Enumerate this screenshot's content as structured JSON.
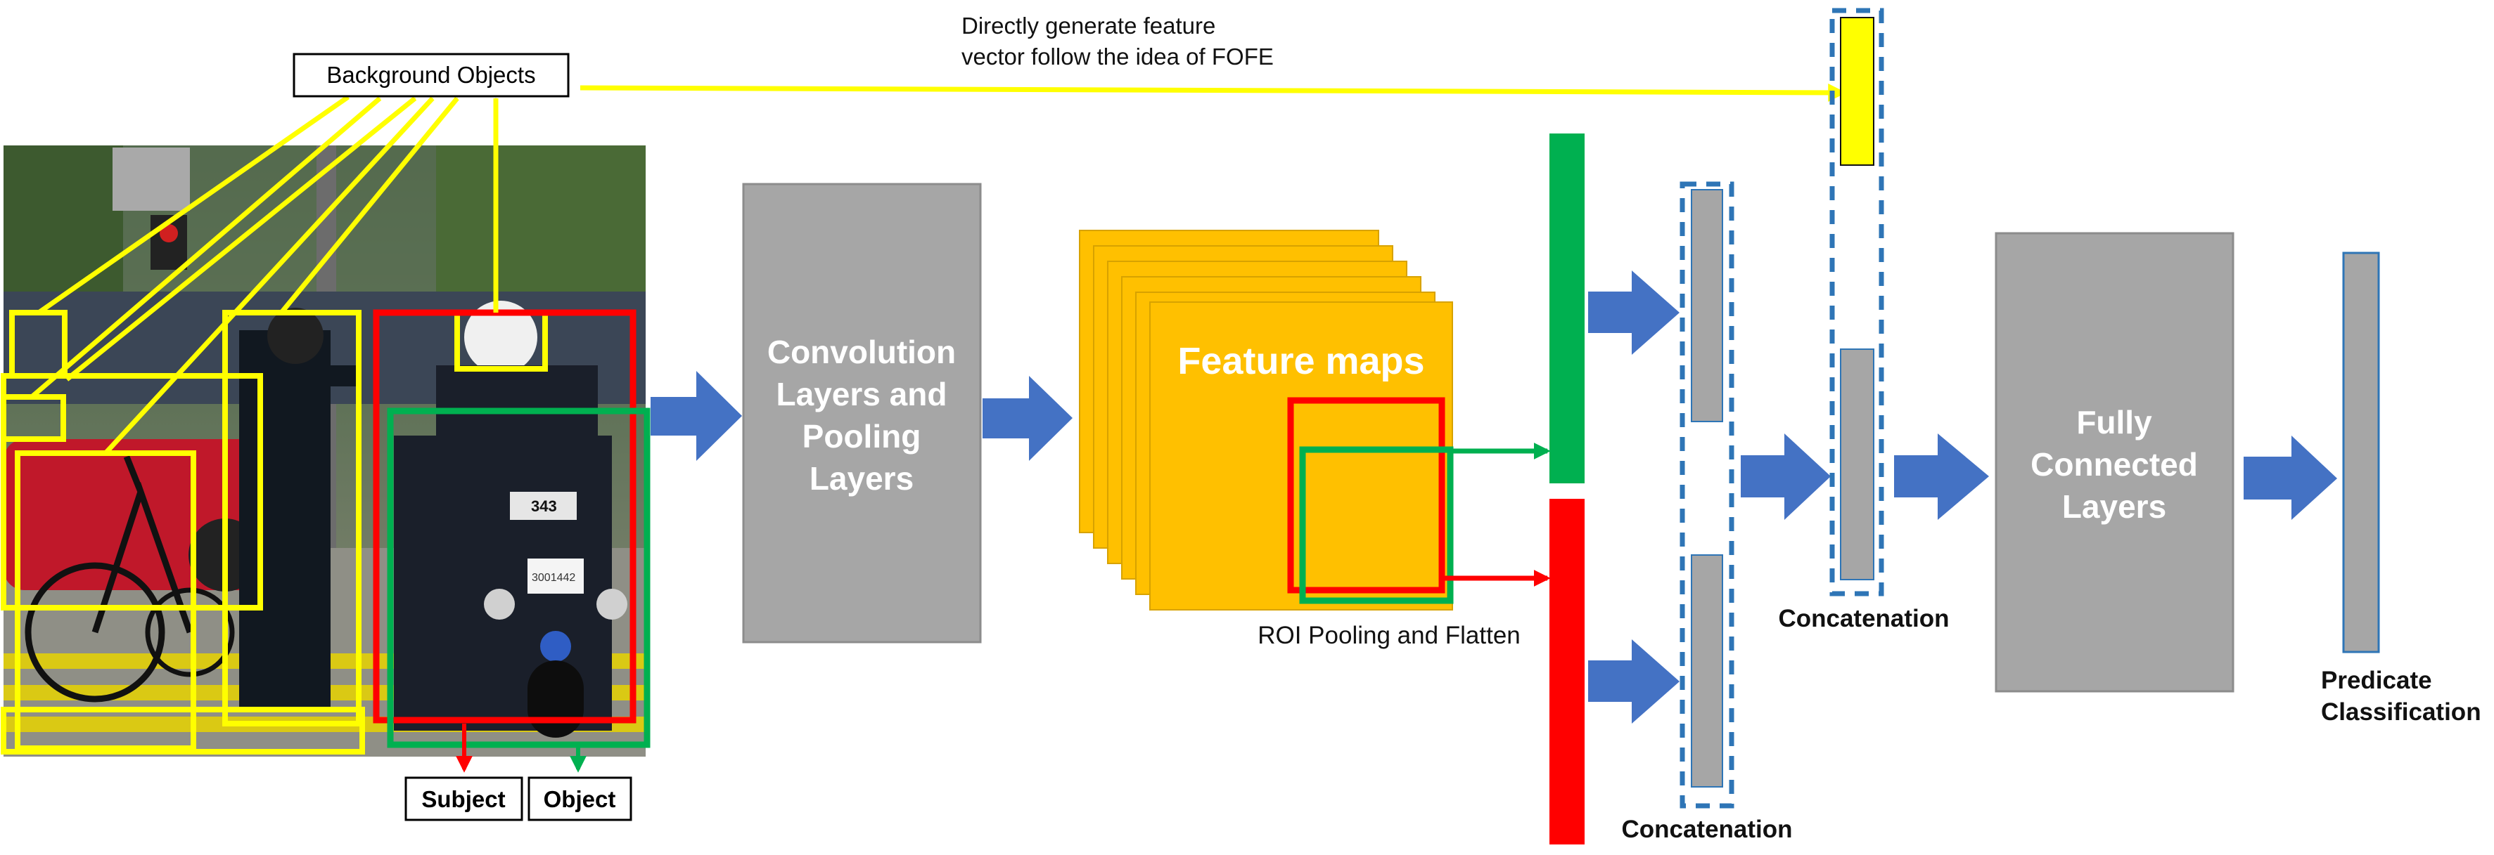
{
  "labels": {
    "background_objects": "Background Objects",
    "fofe_line1": "Directly generate feature",
    "fofe_line2": "vector follow the idea of FOFE",
    "conv_line1": "Convolution",
    "conv_line2": "Layers and",
    "conv_line3": "Pooling",
    "conv_line4": "Layers",
    "feature_maps": "Feature maps",
    "roi_pooling": "ROI Pooling and Flatten",
    "concat_upper": "Concatenation",
    "concat_lower": "Concatenation",
    "fc_line1": "Fully",
    "fc_line2": "Connected",
    "fc_line3": "Layers",
    "predicate_line1": "Predicate",
    "predicate_line2": "Classification",
    "subject": "Subject",
    "object": "Object",
    "bike_plate": "343",
    "bike_plate_small": "3001442"
  },
  "colors": {
    "gray_block": "#a6a6a6",
    "feature_orange": "#ffc000",
    "green": "#00b050",
    "red": "#ff0000",
    "yellow": "#ffff00",
    "arrow_blue": "#4472c4",
    "dashed_blue": "#2e75b6",
    "label_dark": "#111111"
  },
  "icons": {
    "arrow": "blue-right-arrow-icon"
  }
}
